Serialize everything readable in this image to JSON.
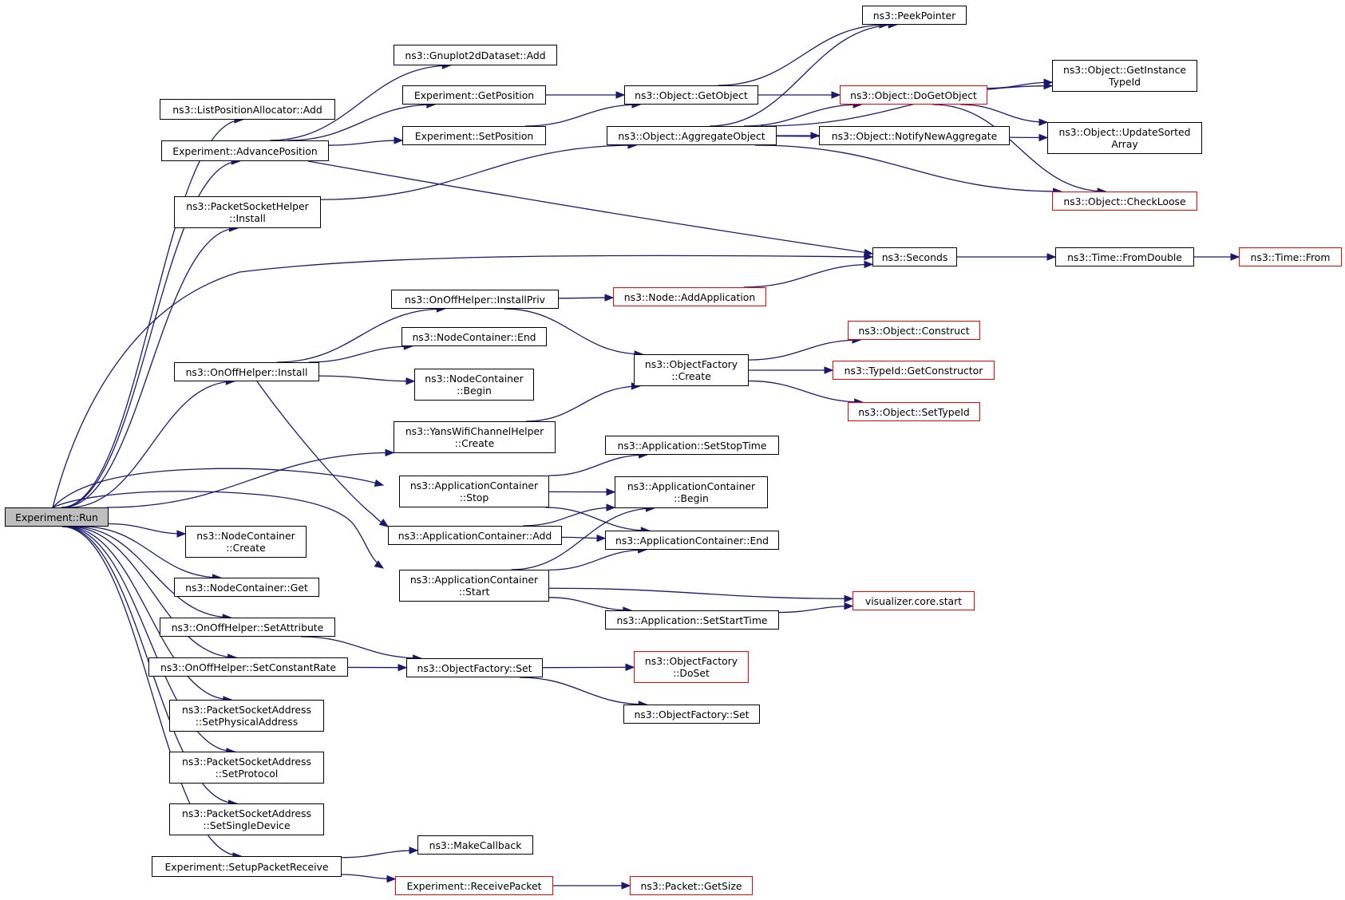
{
  "title": "Experiment::Run call graph",
  "colors": {
    "edge": "#191970",
    "red_border": "#ff0000",
    "root_fill": "#bfbfbf"
  },
  "nodes": [
    {
      "id": "run",
      "lines": [
        "Experiment::Run"
      ],
      "root": true
    },
    {
      "id": "lpa_add",
      "lines": [
        "ns3::ListPositionAllocator::Add"
      ]
    },
    {
      "id": "adv_pos",
      "lines": [
        "Experiment::AdvancePosition"
      ]
    },
    {
      "id": "psh_install",
      "lines": [
        "ns3::PacketSocketHelper",
        "::Install"
      ]
    },
    {
      "id": "onoff_install",
      "lines": [
        "ns3::OnOffHelper::Install"
      ]
    },
    {
      "id": "nc_create",
      "lines": [
        "ns3::NodeContainer",
        "::Create"
      ]
    },
    {
      "id": "nc_get",
      "lines": [
        "ns3::NodeContainer::Get"
      ]
    },
    {
      "id": "onoff_setattr",
      "lines": [
        "ns3::OnOffHelper::SetAttribute"
      ]
    },
    {
      "id": "onoff_setrate",
      "lines": [
        "ns3::OnOffHelper::SetConstantRate"
      ]
    },
    {
      "id": "psa_setphys",
      "lines": [
        "ns3::PacketSocketAddress",
        "::SetPhysicalAddress"
      ]
    },
    {
      "id": "psa_setproto",
      "lines": [
        "ns3::PacketSocketAddress",
        "::SetProtocol"
      ]
    },
    {
      "id": "psa_setsingle",
      "lines": [
        "ns3::PacketSocketAddress",
        "::SetSingleDevice"
      ]
    },
    {
      "id": "setup_recv",
      "lines": [
        "Experiment::SetupPacketReceive"
      ]
    },
    {
      "id": "gnuplot_add",
      "lines": [
        "ns3::Gnuplot2dDataset::Add"
      ]
    },
    {
      "id": "get_position",
      "lines": [
        "Experiment::GetPosition"
      ]
    },
    {
      "id": "set_position",
      "lines": [
        "Experiment::SetPosition"
      ]
    },
    {
      "id": "onoff_installpriv",
      "lines": [
        "ns3::OnOffHelper::InstallPriv"
      ]
    },
    {
      "id": "nc_end",
      "lines": [
        "ns3::NodeContainer::End"
      ]
    },
    {
      "id": "nc_begin",
      "lines": [
        "ns3::NodeContainer",
        "::Begin"
      ]
    },
    {
      "id": "yans_create",
      "lines": [
        "ns3::YansWifiChannelHelper",
        "::Create"
      ]
    },
    {
      "id": "ac_stop",
      "lines": [
        "ns3::ApplicationContainer",
        "::Stop"
      ]
    },
    {
      "id": "ac_add",
      "lines": [
        "ns3::ApplicationContainer::Add"
      ]
    },
    {
      "id": "ac_start",
      "lines": [
        "ns3::ApplicationContainer",
        "::Start"
      ]
    },
    {
      "id": "of_set",
      "lines": [
        "ns3::ObjectFactory::Set"
      ]
    },
    {
      "id": "make_callback",
      "lines": [
        "ns3::MakeCallback"
      ]
    },
    {
      "id": "recv_packet",
      "lines": [
        "Experiment::ReceivePacket"
      ],
      "red": true
    },
    {
      "id": "obj_getobject",
      "lines": [
        "ns3::Object::GetObject"
      ]
    },
    {
      "id": "obj_aggregate",
      "lines": [
        "ns3::Object::AggregateObject"
      ]
    },
    {
      "id": "node_addapp",
      "lines": [
        "ns3::Node::AddApplication"
      ],
      "red": true
    },
    {
      "id": "of_create",
      "lines": [
        "ns3::ObjectFactory",
        "::Create"
      ]
    },
    {
      "id": "app_setstop",
      "lines": [
        "ns3::Application::SetStopTime"
      ]
    },
    {
      "id": "ac_begin",
      "lines": [
        "ns3::ApplicationContainer",
        "::Begin"
      ]
    },
    {
      "id": "ac_end",
      "lines": [
        "ns3::ApplicationContainer::End"
      ]
    },
    {
      "id": "app_setstart",
      "lines": [
        "ns3::Application::SetStartTime"
      ]
    },
    {
      "id": "of_doset",
      "lines": [
        "ns3::ObjectFactory",
        "::DoSet"
      ],
      "red": true
    },
    {
      "id": "of_set2",
      "lines": [
        "ns3::ObjectFactory::Set"
      ]
    },
    {
      "id": "packet_getsize",
      "lines": [
        "ns3::Packet::GetSize"
      ],
      "red": true
    },
    {
      "id": "peek_pointer",
      "lines": [
        "ns3::PeekPointer"
      ]
    },
    {
      "id": "obj_dogetobject",
      "lines": [
        "ns3::Object::DoGetObject"
      ],
      "red": true
    },
    {
      "id": "obj_notify",
      "lines": [
        "ns3::Object::NotifyNewAggregate"
      ]
    },
    {
      "id": "seconds",
      "lines": [
        "ns3::Seconds"
      ]
    },
    {
      "id": "obj_construct",
      "lines": [
        "ns3::Object::Construct"
      ],
      "red": true
    },
    {
      "id": "typeid_getctor",
      "lines": [
        "ns3::TypeId::GetConstructor"
      ],
      "red": true
    },
    {
      "id": "obj_settypeid",
      "lines": [
        "ns3::Object::SetTypeId"
      ],
      "red": true
    },
    {
      "id": "viz_start",
      "lines": [
        "visualizer.core.start"
      ],
      "red": true
    },
    {
      "id": "obj_getinst",
      "lines": [
        "ns3::Object::GetInstance",
        "TypeId"
      ]
    },
    {
      "id": "obj_updsorted",
      "lines": [
        "ns3::Object::UpdateSorted",
        "Array"
      ]
    },
    {
      "id": "obj_checkloose",
      "lines": [
        "ns3::Object::CheckLoose"
      ],
      "red": true
    },
    {
      "id": "time_fromdouble",
      "lines": [
        "ns3::Time::FromDouble"
      ]
    },
    {
      "id": "time_from",
      "lines": [
        "ns3::Time::From"
      ],
      "red": true
    }
  ],
  "edges": [
    [
      "run",
      "lpa_add"
    ],
    [
      "run",
      "adv_pos"
    ],
    [
      "run",
      "psh_install"
    ],
    [
      "run",
      "seconds"
    ],
    [
      "run",
      "onoff_install"
    ],
    [
      "run",
      "yans_create"
    ],
    [
      "run",
      "ac_stop"
    ],
    [
      "run",
      "ac_start"
    ],
    [
      "run",
      "nc_create"
    ],
    [
      "run",
      "nc_get"
    ],
    [
      "run",
      "onoff_setattr"
    ],
    [
      "run",
      "onoff_setrate"
    ],
    [
      "run",
      "psa_setphys"
    ],
    [
      "run",
      "psa_setproto"
    ],
    [
      "run",
      "psa_setsingle"
    ],
    [
      "run",
      "setup_recv"
    ],
    [
      "adv_pos",
      "gnuplot_add"
    ],
    [
      "adv_pos",
      "get_position"
    ],
    [
      "adv_pos",
      "set_position"
    ],
    [
      "adv_pos",
      "seconds"
    ],
    [
      "get_position",
      "obj_getobject"
    ],
    [
      "set_position",
      "obj_getobject"
    ],
    [
      "obj_getobject",
      "peek_pointer"
    ],
    [
      "obj_getobject",
      "obj_dogetobject"
    ],
    [
      "obj_dogetobject",
      "obj_getinst"
    ],
    [
      "obj_dogetobject",
      "obj_updsorted"
    ],
    [
      "obj_dogetobject",
      "obj_checkloose"
    ],
    [
      "psh_install",
      "obj_aggregate"
    ],
    [
      "obj_aggregate",
      "peek_pointer"
    ],
    [
      "obj_aggregate",
      "obj_getinst"
    ],
    [
      "obj_aggregate",
      "obj_dogetobject"
    ],
    [
      "obj_aggregate",
      "obj_notify"
    ],
    [
      "obj_aggregate",
      "obj_updsorted"
    ],
    [
      "obj_aggregate",
      "obj_checkloose"
    ],
    [
      "seconds",
      "time_fromdouble"
    ],
    [
      "time_fromdouble",
      "time_from"
    ],
    [
      "onoff_install",
      "onoff_installpriv"
    ],
    [
      "onoff_install",
      "nc_end"
    ],
    [
      "onoff_install",
      "nc_begin"
    ],
    [
      "onoff_install",
      "ac_add"
    ],
    [
      "onoff_installpriv",
      "node_addapp"
    ],
    [
      "onoff_installpriv",
      "of_create"
    ],
    [
      "node_addapp",
      "seconds"
    ],
    [
      "of_create",
      "obj_construct"
    ],
    [
      "of_create",
      "typeid_getctor"
    ],
    [
      "of_create",
      "obj_settypeid"
    ],
    [
      "yans_create",
      "of_create"
    ],
    [
      "ac_stop",
      "app_setstop"
    ],
    [
      "ac_stop",
      "ac_begin"
    ],
    [
      "ac_stop",
      "ac_end"
    ],
    [
      "ac_add",
      "ac_begin"
    ],
    [
      "ac_add",
      "ac_end"
    ],
    [
      "ac_start",
      "ac_begin"
    ],
    [
      "ac_start",
      "ac_end"
    ],
    [
      "ac_start",
      "viz_start"
    ],
    [
      "ac_start",
      "app_setstart"
    ],
    [
      "app_setstart",
      "viz_start"
    ],
    [
      "onoff_setattr",
      "of_set"
    ],
    [
      "onoff_setrate",
      "of_set"
    ],
    [
      "of_set",
      "of_doset"
    ],
    [
      "of_set",
      "of_set2"
    ],
    [
      "setup_recv",
      "make_callback"
    ],
    [
      "setup_recv",
      "recv_packet"
    ],
    [
      "recv_packet",
      "packet_getsize"
    ]
  ]
}
